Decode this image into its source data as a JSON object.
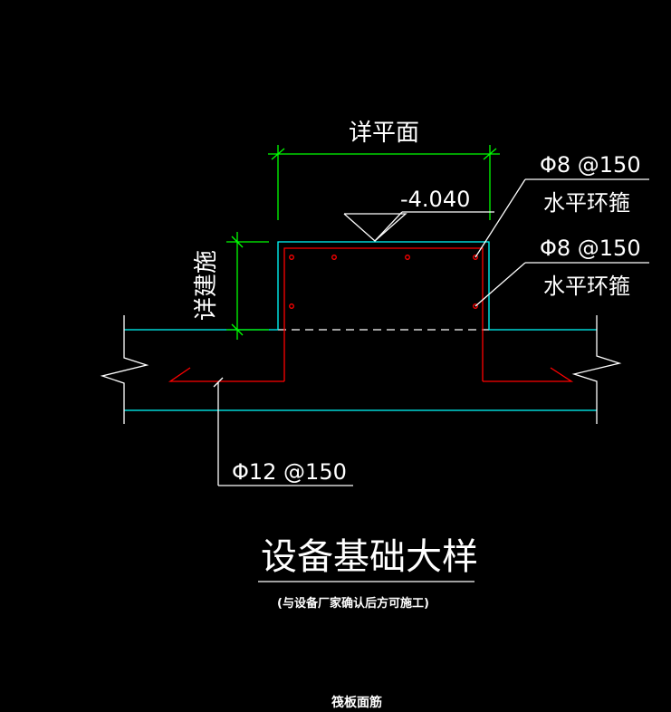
{
  "labels": {
    "width_dim": "详平面",
    "height_dim": "详建施",
    "elevation": "-4.040",
    "rebar_top_spec": "Φ8 @150",
    "rebar_top_name": "水平环箍",
    "rebar_mid_spec": "Φ8 @150",
    "rebar_mid_name": "水平环箍",
    "rebar_bottom_spec": "Φ12 @150",
    "title": "设备基础大样",
    "note": "(与设备厂家确认后方可施工)",
    "footer": "筏板面筋"
  },
  "colors": {
    "background": "#000000",
    "dimension": "#00ff00",
    "concrete": "#00ffff",
    "rebar": "#ff0000",
    "text": "#ffffff",
    "leader": "#ffffff"
  }
}
